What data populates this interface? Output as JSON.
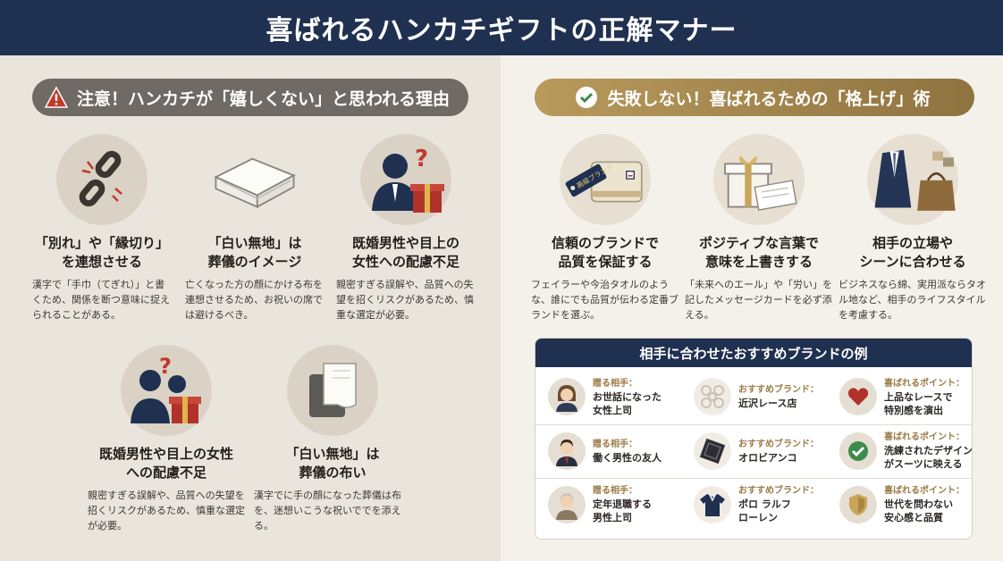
{
  "title": "喜ばれるハンカチギフトの正解マナー",
  "left_section": {
    "heading": "注意！ハンカチが「嬉しくない」と思われる理由",
    "cards": [
      {
        "title": "「別れ」や「縁切り」\nを連想させる",
        "text": "漢字で「手巾（てぎれ）」と書くため、関係を断つ意味に捉えられることがある。",
        "icon": "broken-chain-icon"
      },
      {
        "title": "「白い無地」は\n葬儀のイメージ",
        "text": "亡くなった方の顔にかける布を連想させるため、お祝いの席では避けるべき。",
        "icon": "white-towel-icon"
      },
      {
        "title": "既婚男性や目上の\n女性への配慮不足",
        "text": "親密すぎる誤解や、品質への失望を招くリスクがあるため、慎重な選定が必要。",
        "icon": "man-gift-question-icon"
      },
      {
        "title": "既婚男性や目上の女性\nへの配慮不足",
        "text": "親密すぎる誤解や、品質への失望を招くリスクがあるため、慎重な選定が必要。",
        "icon": "man-gift-question-icon"
      },
      {
        "title": "「白い無地」は\n葬儀の布い",
        "text": "漢字でに手の顔になった葬儀は布を、迷想いこうな祝いででを添える。",
        "icon": "folded-cloth-icon"
      }
    ]
  },
  "right_section": {
    "heading": "失敗しない！喜ばれるための「格上げ」術",
    "cards": [
      {
        "title": "信頼のブランドで\n品質を保証する",
        "text": "フェイラーや今治タオルのような、誰にでも品質が伝わる定番ブランドを選ぶ。",
        "icon": "brand-tag-towel-icon",
        "tag": "高級ブランド"
      },
      {
        "title": "ポジティブな言葉で\n意味を上書きする",
        "text": "「未来へのエール」や「労い」を記したメッセージカードを必ず添える。",
        "icon": "gift-box-card-icon"
      },
      {
        "title": "相手の立場や\nシーンに合わせる",
        "text": "ビジネスなら綿、実用派ならタオル地など、相手のライフスタイルを考慮する。",
        "icon": "suit-bag-icon"
      }
    ]
  },
  "brand_table": {
    "heading": "相手に合わせたおすすめブランドの例",
    "label_recipient": "贈る相手：",
    "label_brand": "おすすめブランド：",
    "label_point": "喜ばれるポイント：",
    "rows": [
      {
        "recipient": "お世話になった\n女性上司",
        "brand": "近沢レース店",
        "point": "上品なレースで\n特別感を演出",
        "recipient_icon": "woman-avatar-icon",
        "brand_icon": "lace-icon",
        "point_icon": "heart-icon"
      },
      {
        "recipient": "働く男性の友人",
        "brand": "オロビアンコ",
        "point": "洗練されたデザイン\nがスーツに映える",
        "recipient_icon": "man-avatar-icon",
        "brand_icon": "dark-handkerchief-icon",
        "point_icon": "check-icon"
      },
      {
        "recipient": "定年退職する\n男性上司",
        "brand": "ポロ ラルフ\nローレン",
        "point": "世代を問わない\n安心感と品質",
        "recipient_icon": "senior-man-avatar-icon",
        "brand_icon": "polo-shirt-icon",
        "point_icon": "shield-icon"
      }
    ]
  },
  "colors": {
    "header": "#1f3050",
    "gold": "#9a7b43",
    "warn_pill": "#6f6a63"
  }
}
